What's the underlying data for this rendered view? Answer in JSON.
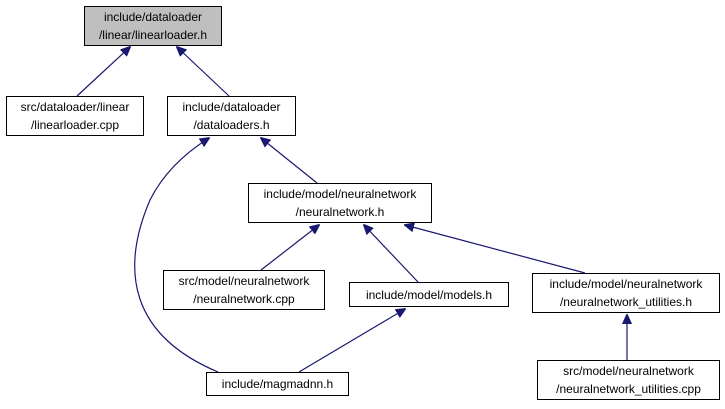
{
  "colors": {
    "edge": "#191970",
    "border": "#000000",
    "current_fill": "#bfbfbf",
    "fill": "#ffffff"
  },
  "nodes": {
    "linearloader_h": {
      "lines": [
        "include/dataloader",
        "/linear/linearloader.h"
      ],
      "current": true
    },
    "linearloader_cpp": {
      "lines": [
        "src/dataloader/linear",
        "/linearloader.cpp"
      ]
    },
    "dataloaders_h": {
      "lines": [
        "include/dataloader",
        "/dataloaders.h"
      ]
    },
    "neuralnetwork_h": {
      "lines": [
        "include/model/neuralnetwork",
        "/neuralnetwork.h"
      ]
    },
    "neuralnetwork_cpp": {
      "lines": [
        "src/model/neuralnetwork",
        "/neuralnetwork.cpp"
      ]
    },
    "models_h": {
      "lines": [
        "include/model/models.h"
      ]
    },
    "nn_utilities_h": {
      "lines": [
        "include/model/neuralnetwork",
        "/neuralnetwork_utilities.h"
      ]
    },
    "magmadnn_h": {
      "lines": [
        "include/magmadnn.h"
      ]
    },
    "nn_utilities_cpp": {
      "lines": [
        "src/model/neuralnetwork",
        "/neuralnetwork_utilities.cpp"
      ]
    }
  },
  "edges": [
    {
      "from": "linearloader_cpp",
      "to": "linearloader_h"
    },
    {
      "from": "dataloaders_h",
      "to": "linearloader_h"
    },
    {
      "from": "neuralnetwork_h",
      "to": "dataloaders_h"
    },
    {
      "from": "magmadnn_h",
      "to": "dataloaders_h"
    },
    {
      "from": "neuralnetwork_cpp",
      "to": "neuralnetwork_h"
    },
    {
      "from": "models_h",
      "to": "neuralnetwork_h"
    },
    {
      "from": "nn_utilities_h",
      "to": "neuralnetwork_h"
    },
    {
      "from": "magmadnn_h",
      "to": "models_h"
    },
    {
      "from": "nn_utilities_cpp",
      "to": "nn_utilities_h"
    }
  ]
}
